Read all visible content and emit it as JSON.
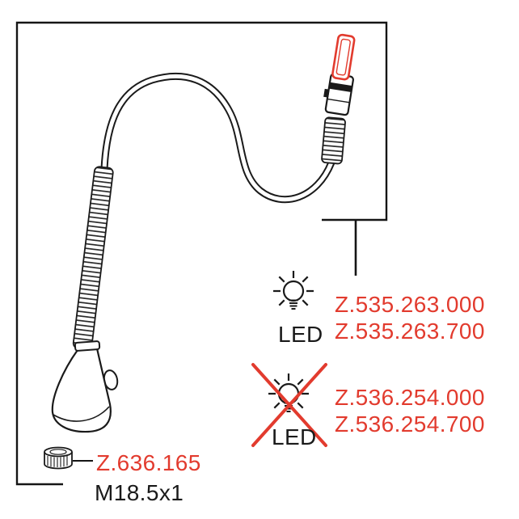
{
  "colors": {
    "accent_red": "#e23b2e",
    "line_black": "#1a1a1a"
  },
  "variants": {
    "led_available": {
      "icon": "led-bulb-icon",
      "led_label": "LED",
      "part_numbers": [
        "Z.535.263.000",
        "Z.535.263.700"
      ]
    },
    "led_discontinued": {
      "icon": "led-bulb-crossed-icon",
      "led_label": "LED",
      "part_numbers": [
        "Z.536.254.000",
        "Z.536.254.700"
      ]
    }
  },
  "aerator": {
    "part_number": "Z.636.165",
    "thread_label": "M18.5x1"
  }
}
